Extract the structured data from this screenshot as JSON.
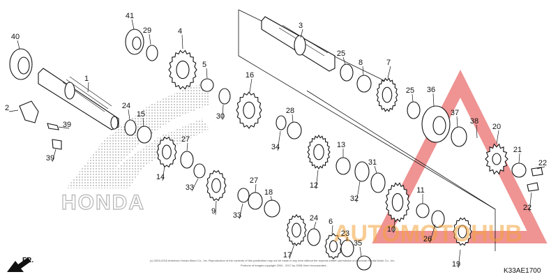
{
  "diagram": {
    "diagram_code": "K33AE1700",
    "direction_label": "FR.",
    "brand_watermark": "HONDA",
    "site_watermark": "AUTOMOTOHUB",
    "copyright_line1": "(c) 2003-2016 American Honda Motor Co., Inc. Reproduction of the contents of this publication may not be made in any form without the express written permission of American Honda Motor Co., Inc. ",
    "copyright_line2": "Portions of images copyright 2004 - 2017 by 2008 Helm Incorporated...",
    "callouts": [
      "1",
      "2",
      "3",
      "4",
      "5",
      "6",
      "7",
      "8",
      "9",
      "10",
      "11",
      "12",
      "13",
      "14",
      "15",
      "16",
      "17",
      "18",
      "19",
      "20",
      "21",
      "22",
      "23",
      "24",
      "25",
      "26",
      "27",
      "28",
      "29",
      "30",
      "31",
      "32",
      "33",
      "34",
      "35",
      "36",
      "37",
      "38",
      "39",
      "40",
      "41"
    ],
    "repeated_callouts": [
      "22",
      "24",
      "25",
      "27",
      "33",
      "39"
    ]
  }
}
